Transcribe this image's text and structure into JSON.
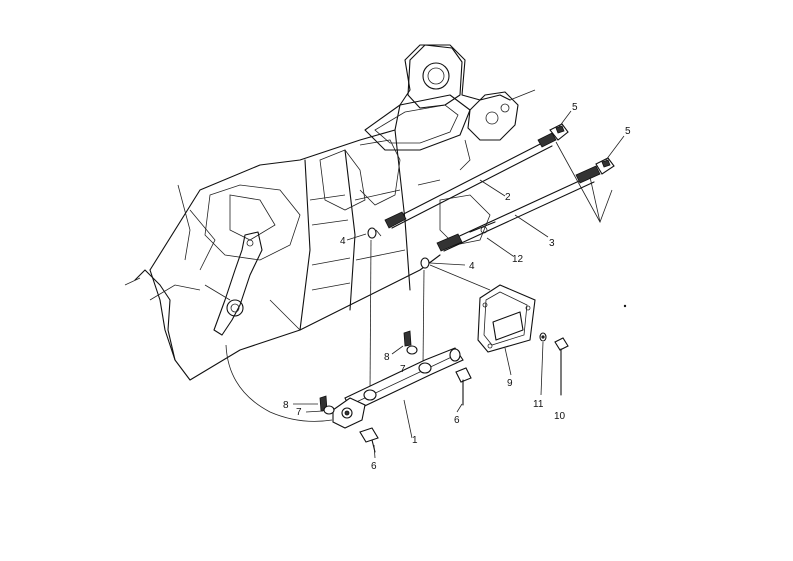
{
  "labels": {
    "l1": "1",
    "l2": "2",
    "l3": "3",
    "l4a": "4",
    "l4b": "4",
    "l5a": "5",
    "l5b": "5",
    "l6a": "6",
    "l6b": "6",
    "l7a": "7",
    "l7b": "7",
    "l8a": "8",
    "l8b": "8",
    "l9": "9",
    "l10": "10",
    "l11": "11",
    "l12": "12"
  }
}
